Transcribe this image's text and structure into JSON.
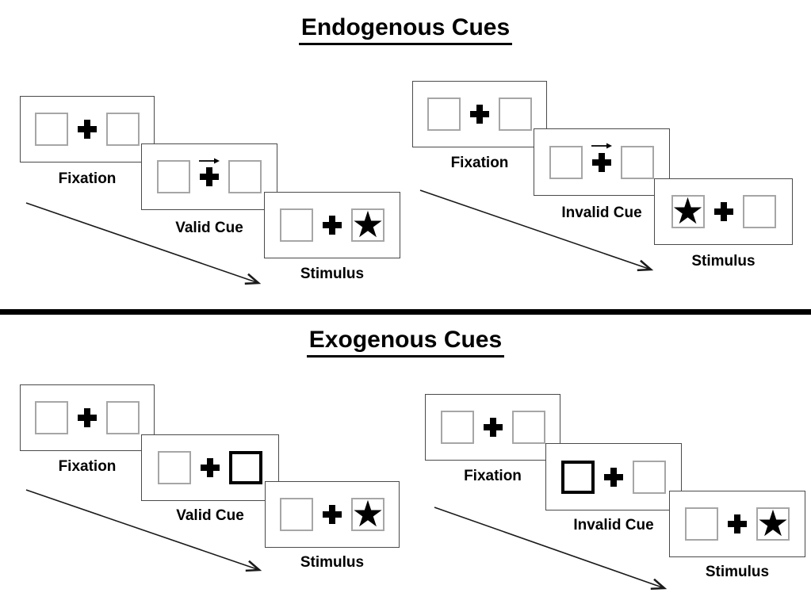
{
  "sections": [
    {
      "id": "endogenous",
      "title": "Endogenous Cues",
      "panels": [
        {
          "id": "endogenous-valid",
          "cue_type": "central-arrow-right",
          "target_side": "right",
          "steps": [
            {
              "label": "Fixation"
            },
            {
              "label": "Valid Cue"
            },
            {
              "label": "Stimulus"
            }
          ]
        },
        {
          "id": "endogenous-invalid",
          "cue_type": "central-arrow-right",
          "target_side": "left",
          "steps": [
            {
              "label": "Fixation"
            },
            {
              "label": "Invalid Cue"
            },
            {
              "label": "Stimulus"
            }
          ]
        }
      ]
    },
    {
      "id": "exogenous",
      "title": "Exogenous Cues",
      "panels": [
        {
          "id": "exogenous-valid",
          "cue_type": "peripheral-box-right",
          "target_side": "right",
          "steps": [
            {
              "label": "Fixation"
            },
            {
              "label": "Valid Cue"
            },
            {
              "label": "Stimulus"
            }
          ]
        },
        {
          "id": "exogenous-invalid",
          "cue_type": "peripheral-box-left",
          "target_side": "right",
          "steps": [
            {
              "label": "Fixation"
            },
            {
              "label": "Invalid Cue"
            },
            {
              "label": "Stimulus"
            }
          ]
        }
      ]
    }
  ],
  "glyphs": {
    "star": "★"
  },
  "colors": {
    "ink": "#000000",
    "card_border": "#4a4a4a",
    "placeholder_box_border": "#a6a6a6",
    "cue_highlight_border": "#000000",
    "background": "#ffffff"
  }
}
